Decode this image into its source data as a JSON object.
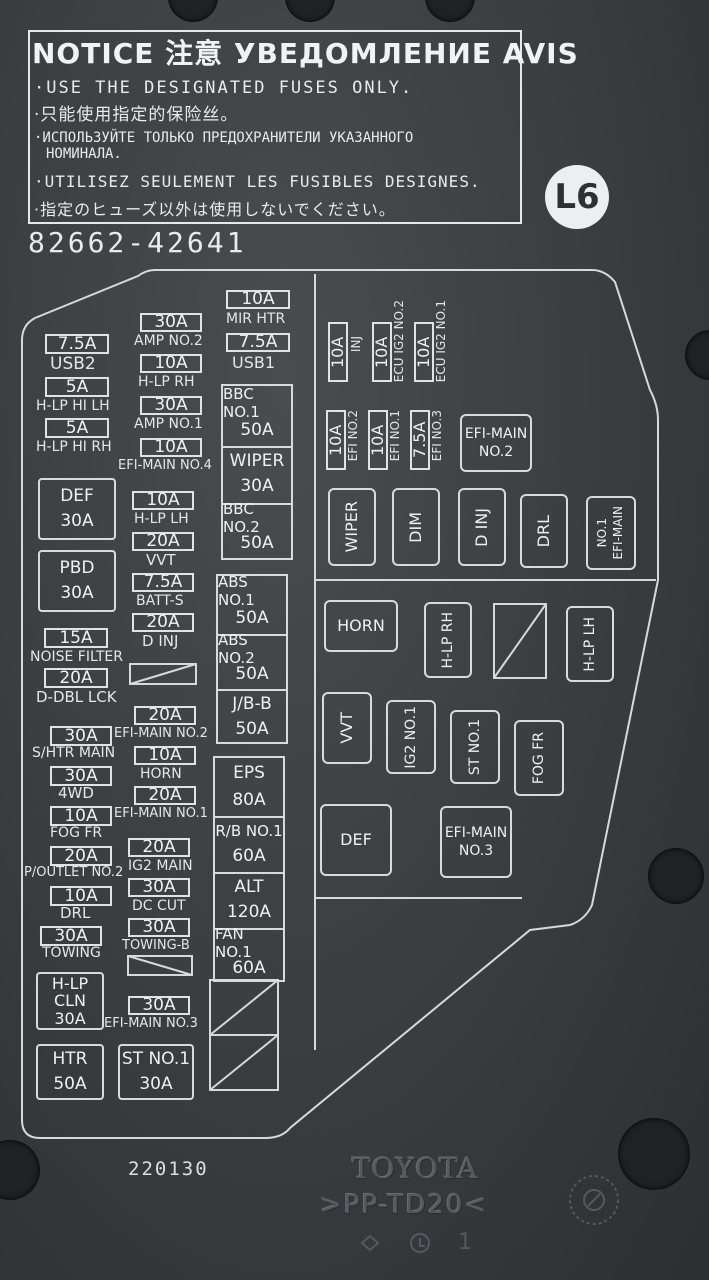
{
  "notice": {
    "title": "NOTICE 注意 УВЕДОМЛЕНИЕ AVIS",
    "lines": [
      "·USE THE DESIGNATED FUSES ONLY.",
      "·只能使用指定的保险丝。",
      "·ИСПОЛЬЗУЙТЕ ТОЛЬКО ПРЕДОХРАНИТЕЛИ УКАЗАННОГО",
      "НОМИНАЛА.",
      "·UTILISEZ SEULEMENT LES FUSIBLES DESIGNES.",
      "·指定のヒューズ以外は使用しないでください。"
    ]
  },
  "badge": "L6",
  "part_number": "82662-42641",
  "left": {
    "f1": {
      "amp": "7.5A",
      "name": "USB2"
    },
    "f2": {
      "amp": "5A",
      "name": "H-LP HI LH"
    },
    "f3": {
      "amp": "5A",
      "name": "H-LP HI RH"
    },
    "def": {
      "name": "DEF",
      "amp": "30A"
    },
    "pbd": {
      "name": "PBD",
      "amp": "30A"
    },
    "f4": {
      "amp": "15A",
      "name": "NOISE FILTER"
    },
    "f5": {
      "amp": "20A",
      "name": "D-DBL LCK"
    },
    "f6": {
      "amp": "30A",
      "name": "S/HTR MAIN"
    },
    "f7": {
      "amp": "30A",
      "name": "4WD"
    },
    "f8": {
      "amp": "10A",
      "name": "FOG FR"
    },
    "f9": {
      "amp": "20A",
      "name": "P/OUTLET NO.2"
    },
    "f10": {
      "amp": "10A",
      "name": "DRL"
    },
    "f11": {
      "amp": "30A",
      "name": "TOWING"
    },
    "hlpcln": {
      "l1": "H-LP",
      "l2": "CLN",
      "amp": "30A"
    },
    "htr": {
      "name": "HTR",
      "amp": "50A"
    }
  },
  "mid": {
    "m1": {
      "amp": "30A",
      "name": "AMP NO.2"
    },
    "m2": {
      "amp": "10A",
      "name": "H-LP RH"
    },
    "m3": {
      "amp": "30A",
      "name": "AMP NO.1"
    },
    "m4": {
      "amp": "10A",
      "name": "EFI-MAIN NO.4"
    },
    "m5": {
      "amp": "10A",
      "name": "H-LP LH"
    },
    "m6": {
      "amp": "20A",
      "name": "VVT"
    },
    "m7": {
      "amp": "7.5A",
      "name": "BATT-S"
    },
    "m8": {
      "amp": "20A",
      "name": "D INJ"
    },
    "m9": {
      "amp": "20A",
      "name": "EFI-MAIN NO.2"
    },
    "m10": {
      "amp": "10A",
      "name": "HORN"
    },
    "m11": {
      "amp": "20A",
      "name": "EFI-MAIN NO.1"
    },
    "m12": {
      "amp": "20A",
      "name": "IG2 MAIN"
    },
    "m13": {
      "amp": "30A",
      "name": "DC CUT"
    },
    "m14": {
      "amp": "30A",
      "name": "TOWING-B"
    },
    "m15": {
      "amp": "30A",
      "name": "EFI-MAIN NO.3"
    },
    "stno1": {
      "name": "ST NO.1",
      "amp": "30A"
    }
  },
  "col": {
    "mirhtr": {
      "amp": "10A",
      "name": "MIR HTR"
    },
    "usb1": {
      "amp": "7.5A",
      "name": "USB1"
    },
    "c1": [
      {
        "name": "BBC NO.1",
        "amp": "50A"
      },
      {
        "name": "WIPER",
        "amp": "30A"
      },
      {
        "name": "BBC NO.2",
        "amp": "50A"
      }
    ],
    "c2": [
      {
        "name": "ABS NO.1",
        "amp": "50A"
      },
      {
        "name": "ABS NO.2",
        "amp": "50A"
      },
      {
        "name": "J/B-B",
        "amp": "50A"
      }
    ],
    "c3": [
      {
        "name": "EPS",
        "amp": "80A"
      },
      {
        "name": "R/B NO.1",
        "amp": "60A"
      },
      {
        "name": "ALT",
        "amp": "120A"
      },
      {
        "name": "FAN NO.1",
        "amp": "60A"
      }
    ]
  },
  "right": {
    "v1": {
      "amp": "10A",
      "name": "INJ"
    },
    "v2": {
      "amp": "10A",
      "name": "ECU IG2 NO.2"
    },
    "v3": {
      "amp": "10A",
      "name": "ECU IG2 NO.1"
    },
    "v4": {
      "amp": "10A",
      "name": "EFI NO.2"
    },
    "v5": {
      "amp": "10A",
      "name": "EFI NO.1"
    },
    "v6": {
      "amp": "7.5A",
      "name": "EFI NO.3"
    },
    "efimain2": {
      "l1": "EFI-MAIN",
      "l2": "NO.2"
    },
    "r_wiper": "WIPER",
    "r_dim": "DIM",
    "r_dinj": "D INJ",
    "r_drl": "DRL",
    "r_efimain1": {
      "l1": "EFI-MAIN",
      "l2": "NO.1"
    },
    "r_horn": "HORN",
    "r_hlprh": "H-LP RH",
    "r_hlplh": "H-LP LH",
    "r_vvt": "VVT",
    "r_ig2no1": "IG2 NO.1",
    "r_stno1": "ST NO.1",
    "r_fogfr": "FOG FR",
    "r_def": "DEF",
    "r_efimain3": {
      "l1": "EFI-MAIN",
      "l2": "NO.3"
    }
  },
  "footer": {
    "code": "220130",
    "brand": "TOYOTA",
    "material": ">PP-TD20<",
    "mark": "1"
  }
}
